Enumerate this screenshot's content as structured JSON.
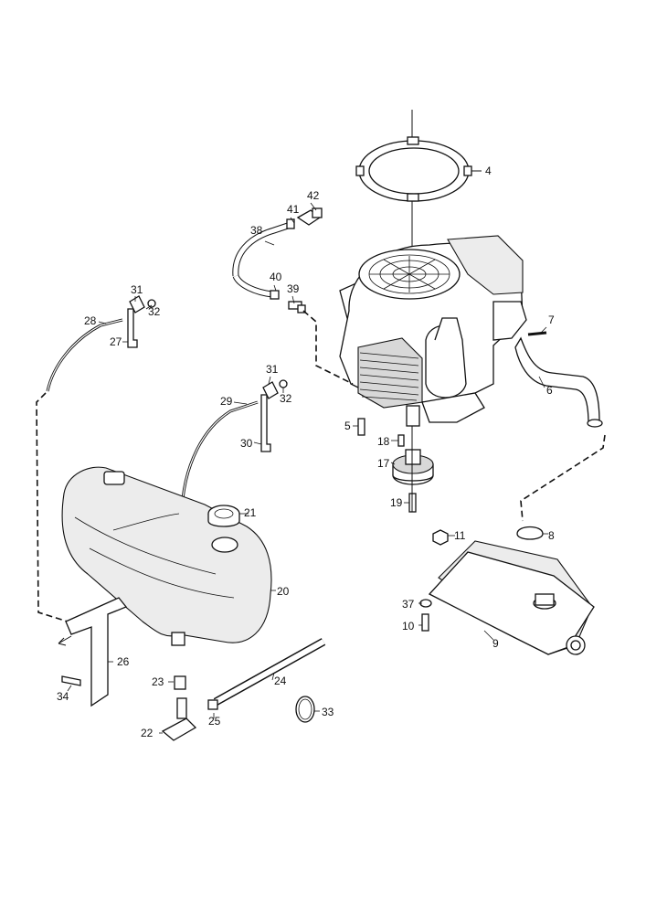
{
  "diagram": {
    "callouts": [
      {
        "id": "4",
        "label": "4"
      },
      {
        "id": "42",
        "label": "42"
      },
      {
        "id": "41",
        "label": "41"
      },
      {
        "id": "38",
        "label": "38"
      },
      {
        "id": "40",
        "label": "40"
      },
      {
        "id": "39",
        "label": "39"
      },
      {
        "id": "31a",
        "label": "31"
      },
      {
        "id": "32a",
        "label": "32"
      },
      {
        "id": "28",
        "label": "28"
      },
      {
        "id": "27",
        "label": "27"
      },
      {
        "id": "7",
        "label": "7"
      },
      {
        "id": "6",
        "label": "6"
      },
      {
        "id": "31b",
        "label": "31"
      },
      {
        "id": "32b",
        "label": "32"
      },
      {
        "id": "29",
        "label": "29"
      },
      {
        "id": "30",
        "label": "30"
      },
      {
        "id": "5",
        "label": "5"
      },
      {
        "id": "18",
        "label": "18"
      },
      {
        "id": "17",
        "label": "17"
      },
      {
        "id": "19",
        "label": "19"
      },
      {
        "id": "21",
        "label": "21"
      },
      {
        "id": "11",
        "label": "11"
      },
      {
        "id": "8",
        "label": "8"
      },
      {
        "id": "20",
        "label": "20"
      },
      {
        "id": "37",
        "label": "37"
      },
      {
        "id": "10",
        "label": "10"
      },
      {
        "id": "9",
        "label": "9"
      },
      {
        "id": "26",
        "label": "26"
      },
      {
        "id": "24",
        "label": "24"
      },
      {
        "id": "23",
        "label": "23"
      },
      {
        "id": "34",
        "label": "34"
      },
      {
        "id": "33",
        "label": "33"
      },
      {
        "id": "25",
        "label": "25"
      },
      {
        "id": "22",
        "label": "22"
      }
    ]
  }
}
